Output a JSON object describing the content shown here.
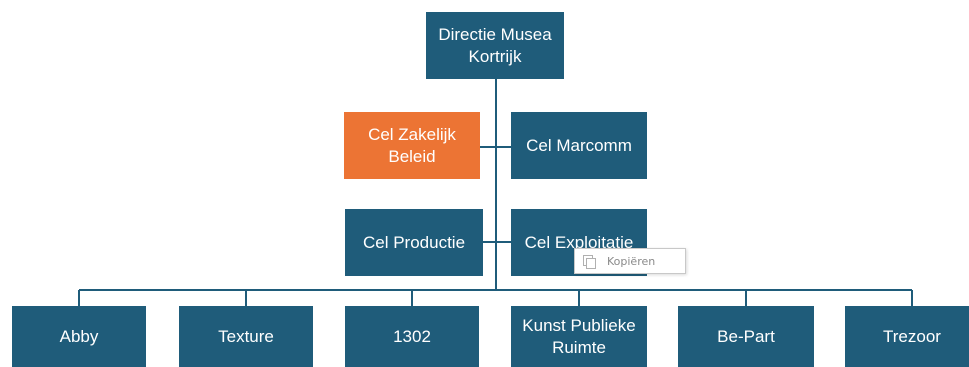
{
  "diagram": {
    "root": {
      "label": "Directie Musea\nKortrijk"
    },
    "cells": {
      "zakelijk": "Cel Zakelijk\nBeleid",
      "marcomm": "Cel Marcomm",
      "productie": "Cel Productie",
      "exploitatie": "Cel Exploitatie"
    },
    "units": [
      {
        "label": "Abby"
      },
      {
        "label": "Texture"
      },
      {
        "label": "1302"
      },
      {
        "label": "Kunst Publieke\nRuimte"
      },
      {
        "label": "Be-Part"
      },
      {
        "label": "Trezoor"
      }
    ]
  },
  "tooltip": {
    "label": "Kopiëren",
    "icon": "copy-icon"
  },
  "colors": {
    "box": "#1f5c7a",
    "highlight": "#ec7434",
    "line": "#1f5c7a"
  }
}
